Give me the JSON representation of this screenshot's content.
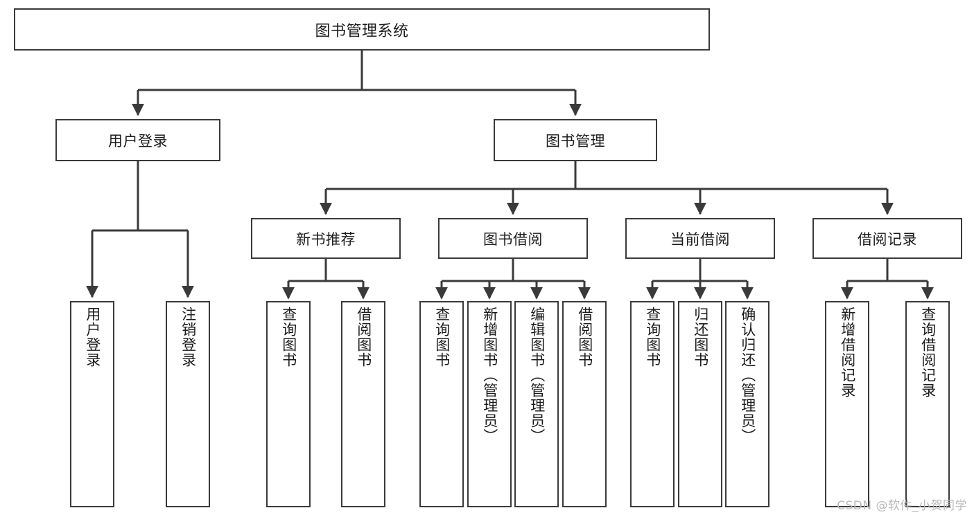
{
  "diagram": {
    "title": "图书管理系统",
    "type": "hierarchy-tree",
    "colors": {
      "background": "#ffffff",
      "border": "#3a3a3a",
      "text": "#1b1b1b",
      "connector": "#3a3a3a",
      "watermark": "#b9b9b9"
    },
    "root": {
      "label": "图书管理系统"
    },
    "level2": [
      {
        "label": "用户登录"
      },
      {
        "label": "图书管理"
      }
    ],
    "level3": [
      {
        "label": "新书推荐"
      },
      {
        "label": "图书借阅"
      },
      {
        "label": "当前借阅"
      },
      {
        "label": "借阅记录"
      }
    ],
    "leaves": {
      "user_login": [
        {
          "label": "用户登录"
        },
        {
          "label": "注销登录"
        }
      ],
      "new_book_recommend": [
        {
          "label": "查询图书"
        },
        {
          "label": "借阅图书"
        }
      ],
      "book_borrow": [
        {
          "label": "查询图书"
        },
        {
          "label": "新增图书（管理员）"
        },
        {
          "label": "编辑图书（管理员）"
        },
        {
          "label": "借阅图书"
        }
      ],
      "current_borrow": [
        {
          "label": "查询图书"
        },
        {
          "label": "归还图书"
        },
        {
          "label": "确认归还（管理员）"
        }
      ],
      "borrow_record": [
        {
          "label": "新增借阅记录"
        },
        {
          "label": "查询借阅记录"
        }
      ]
    }
  },
  "watermark": {
    "text": "CSDN @软件_小贺同学"
  }
}
